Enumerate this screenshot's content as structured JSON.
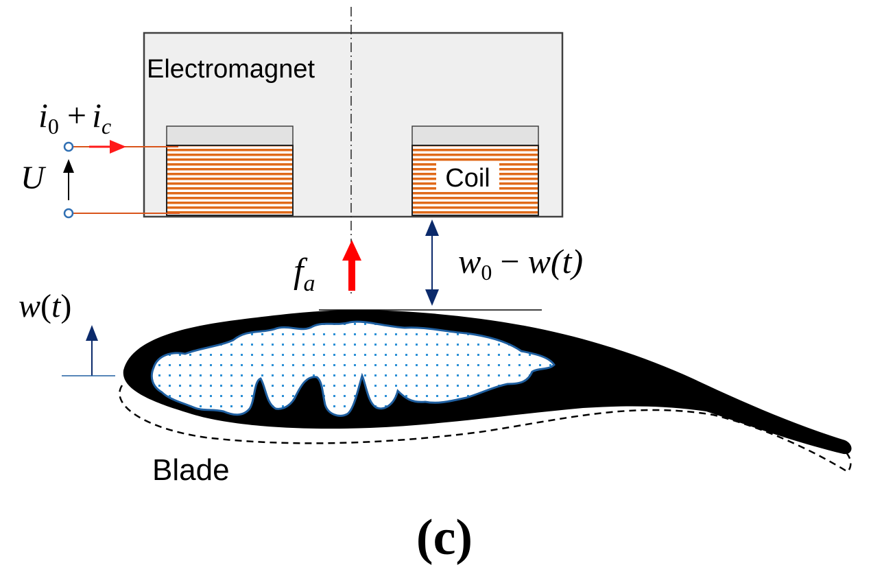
{
  "labels": {
    "electromagnet": "Electromagnet",
    "coil": "Coil",
    "blade": "Blade",
    "panel": "(c)"
  },
  "math": {
    "current_i": "i",
    "current_sub0": "0",
    "current_plus": "+",
    "current_i2": "i",
    "current_subc": "c",
    "voltage": "U",
    "force_f": "f",
    "force_sub": "a",
    "gap_w": "w",
    "gap_sub0": "0",
    "gap_minus": "−",
    "gap_rest": "w(t)",
    "disp_w": "w",
    "disp_paren_open": "(",
    "disp_t": "t",
    "disp_paren_close": ")"
  },
  "colors": {
    "coil_winding": "#e06a1a",
    "current_arrow": "#ff1a1a",
    "force_arrow": "#ff0000",
    "gap_arrow": "#0b2a6b",
    "terminal": "#2f6fb3",
    "blade_fill": "#000000",
    "cavity_dots": "#2a8fd6",
    "cavity_outline": "#1f5fa0"
  }
}
